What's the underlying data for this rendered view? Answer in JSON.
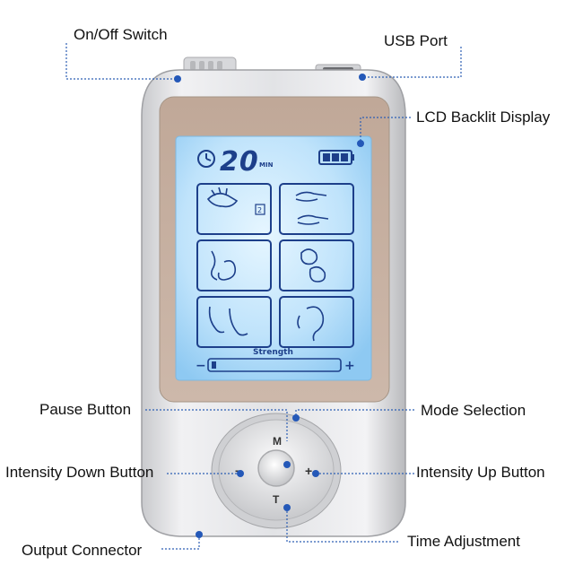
{
  "callouts": {
    "on_off_switch": "On/Off Switch",
    "usb_port": "USB Port",
    "lcd_backlit_display": "LCD Backlit Display",
    "pause_button": "Pause Button",
    "mode_selection": "Mode Selection",
    "intensity_down_button": "Intensity Down Button",
    "intensity_up_button": "Intensity Up Button",
    "output_connector": "Output Connector",
    "time_adjustment": "Time Adjustment"
  },
  "lcd": {
    "timer_value": "20",
    "timer_unit": "MIN",
    "mode_badge": "2",
    "strength_label": "Strength",
    "strength_minus": "−",
    "strength_plus": "+",
    "battery_level": 1.0
  },
  "keypad": {
    "mode_key": "M",
    "time_key": "T",
    "minus_key": "−",
    "plus_key": "+"
  },
  "colors": {
    "leader_line": "#2d5fb4",
    "dot": "#2458b8",
    "lcd_bg": "#bfe3fb",
    "lcd_ink": "#1d3f8a",
    "body_silver": "#d9dadd"
  }
}
